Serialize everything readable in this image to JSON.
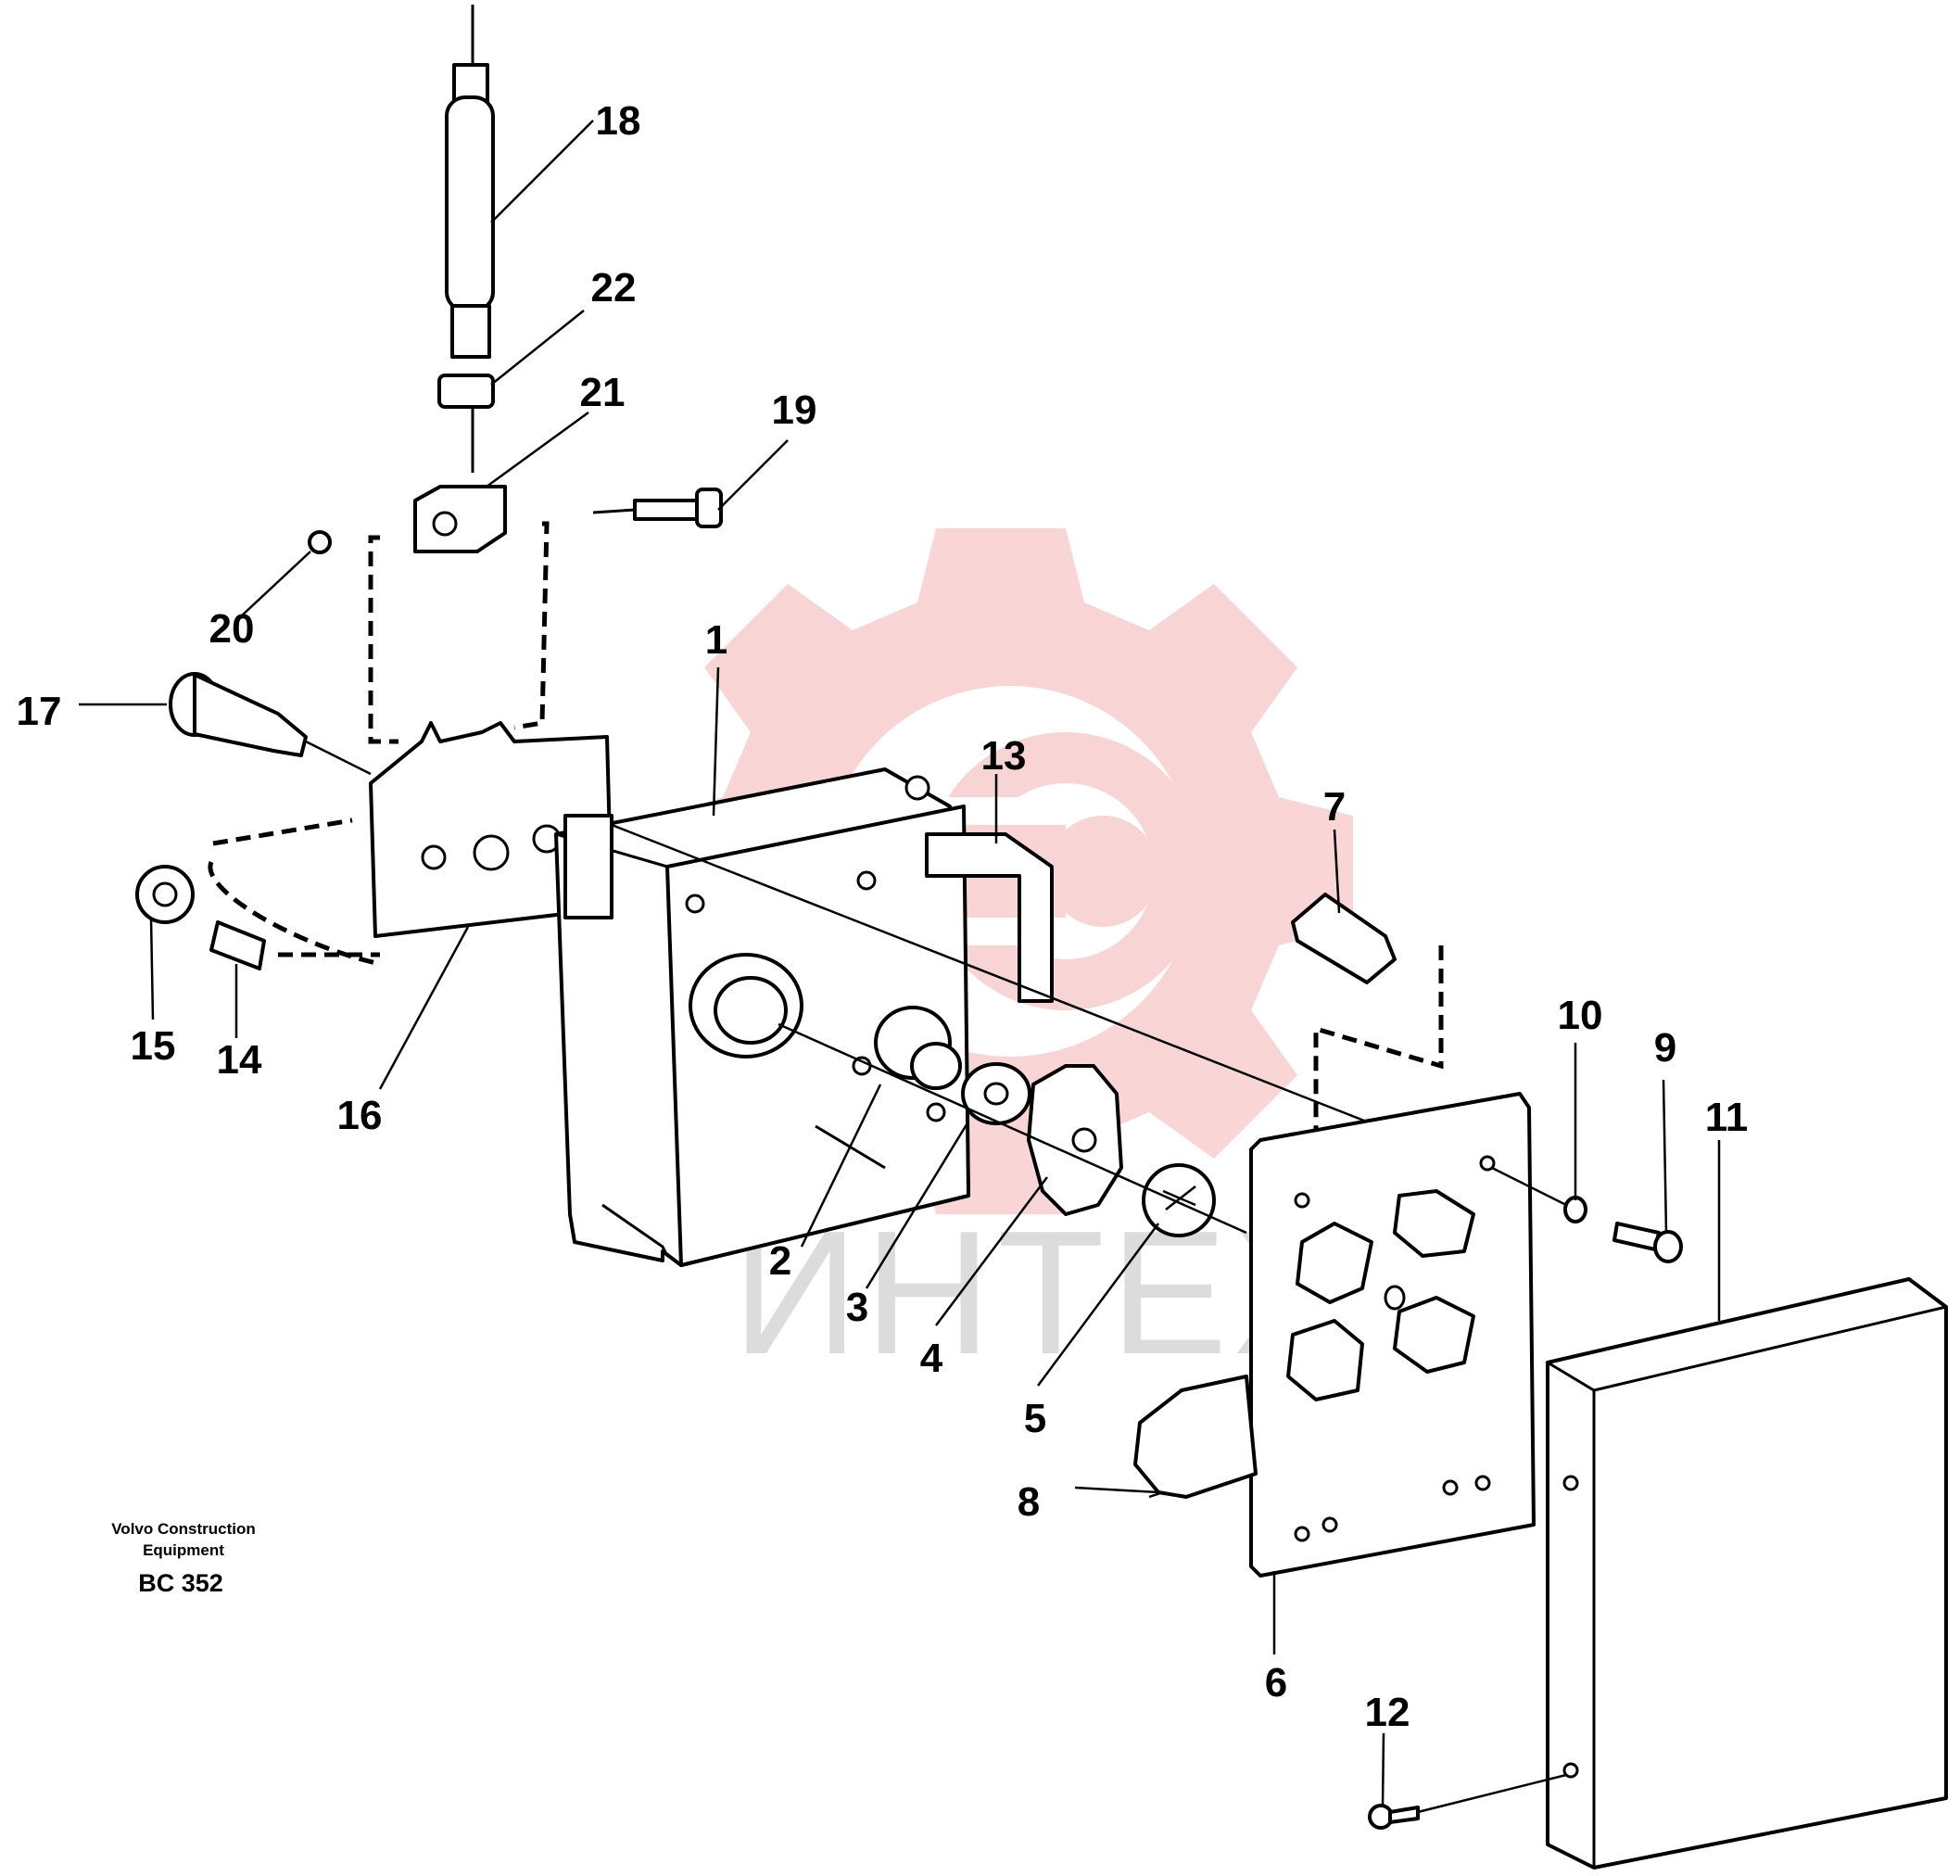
{
  "callouts": [
    {
      "id": "1",
      "text": "1"
    },
    {
      "id": "2",
      "text": "2"
    },
    {
      "id": "3",
      "text": "3"
    },
    {
      "id": "4",
      "text": "4"
    },
    {
      "id": "5",
      "text": "5"
    },
    {
      "id": "6",
      "text": "6"
    },
    {
      "id": "7",
      "text": "7"
    },
    {
      "id": "8",
      "text": "8"
    },
    {
      "id": "9",
      "text": "9"
    },
    {
      "id": "10",
      "text": "10"
    },
    {
      "id": "11",
      "text": "11"
    },
    {
      "id": "12",
      "text": "12"
    },
    {
      "id": "13",
      "text": "13"
    },
    {
      "id": "14",
      "text": "14"
    },
    {
      "id": "15",
      "text": "15"
    },
    {
      "id": "16",
      "text": "16"
    },
    {
      "id": "17",
      "text": "17"
    },
    {
      "id": "18",
      "text": "18"
    },
    {
      "id": "19",
      "text": "19"
    },
    {
      "id": "20",
      "text": "20"
    },
    {
      "id": "21",
      "text": "21"
    },
    {
      "id": "22",
      "text": "22"
    }
  ],
  "caption": {
    "line1": "Volvo Construction",
    "line2": "Equipment",
    "code": "BC 352"
  },
  "watermark": {
    "text": "ИНТЕХ",
    "gear_color": "#f6c8c8"
  }
}
